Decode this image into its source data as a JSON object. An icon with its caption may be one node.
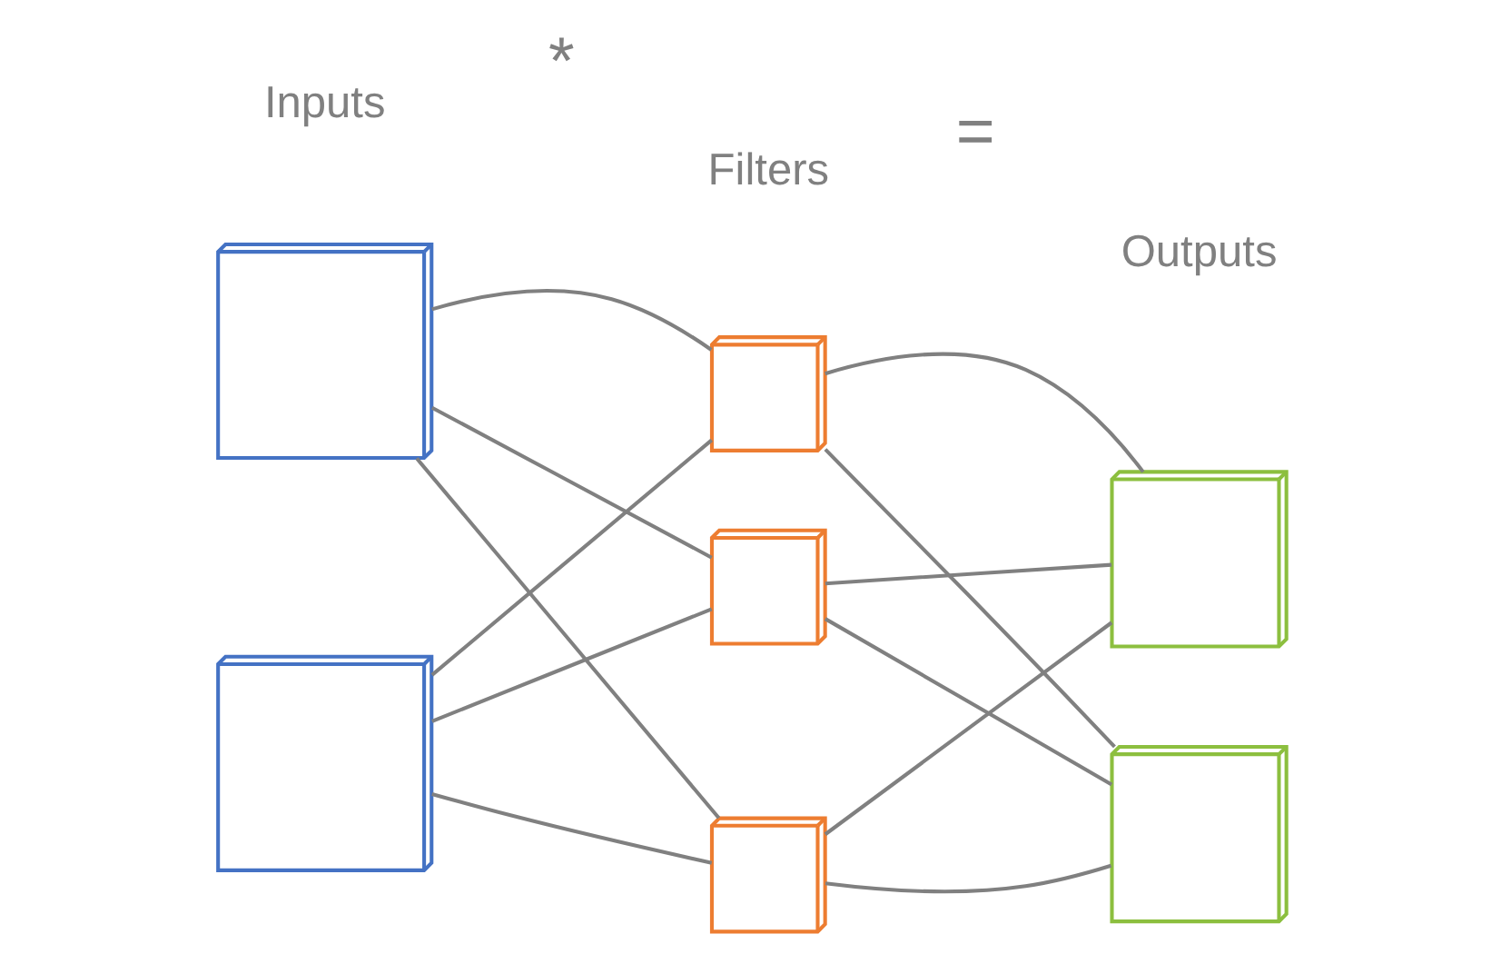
{
  "diagram": {
    "nodes": [
      {
        "text": [],
        "shape": "cube"
      },
      {
        "text": [],
        "shape": "cube"
      },
      {
        "text": [],
        "shape": "cube"
      },
      {
        "text": [],
        "shape": "cube"
      },
      {
        "text": [],
        "shape": "cube"
      },
      {
        "text": [],
        "shape": "cube"
      },
      {
        "text": [],
        "shape": "cube"
      }
    ],
    "edges": [
      {
        "from": 0,
        "to": 2,
        "arrow": "none"
      },
      {
        "from": 0,
        "to": 3,
        "arrow": "none"
      },
      {
        "from": 0,
        "to": 4,
        "arrow": "none"
      },
      {
        "from": 1,
        "to": 2,
        "arrow": "none"
      },
      {
        "from": 1,
        "to": 3,
        "arrow": "none"
      },
      {
        "from": 1,
        "to": 4,
        "arrow": "none"
      },
      {
        "from": 2,
        "to": 5,
        "arrow": "none"
      },
      {
        "from": 2,
        "to": 6,
        "arrow": "none"
      },
      {
        "from": 3,
        "to": 5,
        "arrow": "none"
      },
      {
        "from": 3,
        "to": 6,
        "arrow": "none"
      },
      {
        "from": 4,
        "to": 5,
        "arrow": "none"
      },
      {
        "from": 4,
        "to": 6,
        "arrow": "none"
      }
    ],
    "labels": [
      "*",
      "=",
      "Filters",
      "Outputs",
      "Inputs"
    ]
  }
}
